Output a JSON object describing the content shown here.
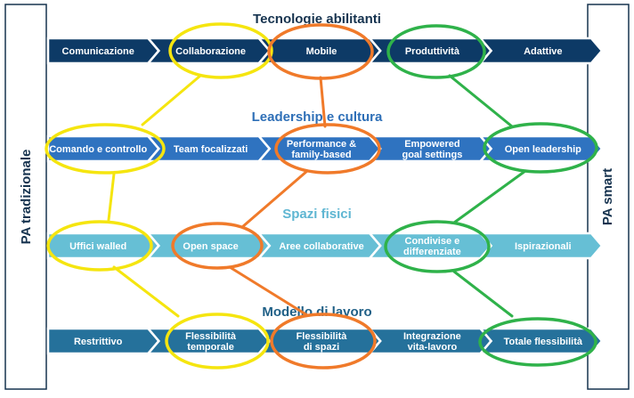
{
  "left_label": "PA tradizionale",
  "right_label": "PA smart",
  "rows": [
    {
      "title": "Tecnologie abilitanti",
      "title_color": "#16334f",
      "fill": "#0d3a66",
      "segments": [
        {
          "lines": [
            "Comunicazione"
          ]
        },
        {
          "lines": [
            "Collaborazione"
          ]
        },
        {
          "lines": [
            "Mobile"
          ]
        },
        {
          "lines": [
            "Produttività"
          ]
        },
        {
          "lines": [
            "Adattive"
          ]
        }
      ]
    },
    {
      "title": "Leadership e cultura",
      "title_color": "#2e6fb7",
      "fill": "#2f73c0",
      "segments": [
        {
          "lines": [
            "Comando e controllo"
          ]
        },
        {
          "lines": [
            "Team focalizzati"
          ]
        },
        {
          "lines": [
            "Performance &",
            "family-based"
          ]
        },
        {
          "lines": [
            "Empowered",
            "goal settings"
          ]
        },
        {
          "lines": [
            "Open leadership"
          ]
        }
      ]
    },
    {
      "title": "Spazi fisici",
      "title_color": "#5fb6d2",
      "fill": "#66bfd5",
      "segments": [
        {
          "lines": [
            "Uffici walled"
          ]
        },
        {
          "lines": [
            "Open space"
          ]
        },
        {
          "lines": [
            "Aree collaborative"
          ]
        },
        {
          "lines": [
            "Condivise e",
            "differenziate"
          ]
        },
        {
          "lines": [
            "Ispirazionali"
          ]
        }
      ]
    },
    {
      "title": "Modello di lavoro",
      "title_color": "#1f5f86",
      "fill": "#25719b",
      "segments": [
        {
          "lines": [
            "Restrittivo"
          ]
        },
        {
          "lines": [
            "Flessibilità",
            "temporale"
          ]
        },
        {
          "lines": [
            "Flessibilità",
            "di spazi"
          ]
        },
        {
          "lines": [
            "Integrazione",
            "vita-lavoro"
          ]
        },
        {
          "lines": [
            "Totale flessibilità"
          ]
        }
      ]
    }
  ],
  "highlight_colors": {
    "yellow": "#f5e50f",
    "orange": "#f07a2a",
    "green": "#2fb24a"
  }
}
